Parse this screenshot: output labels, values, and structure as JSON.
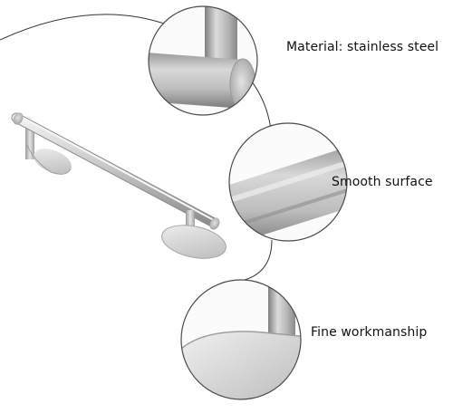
{
  "product": {
    "item": "stainless steel towel bar",
    "colors": {
      "background": "#ffffff",
      "steel_light": "#e8e8e8",
      "steel_mid": "#b8b8b8",
      "steel_dark": "#7e7e7e",
      "callout_ring": "#4a4a4a",
      "guide_line": "#333333"
    }
  },
  "callouts": {
    "material": "Material: stainless steel",
    "surface": "Smooth surface",
    "workmanship": "Fine workmanship"
  }
}
